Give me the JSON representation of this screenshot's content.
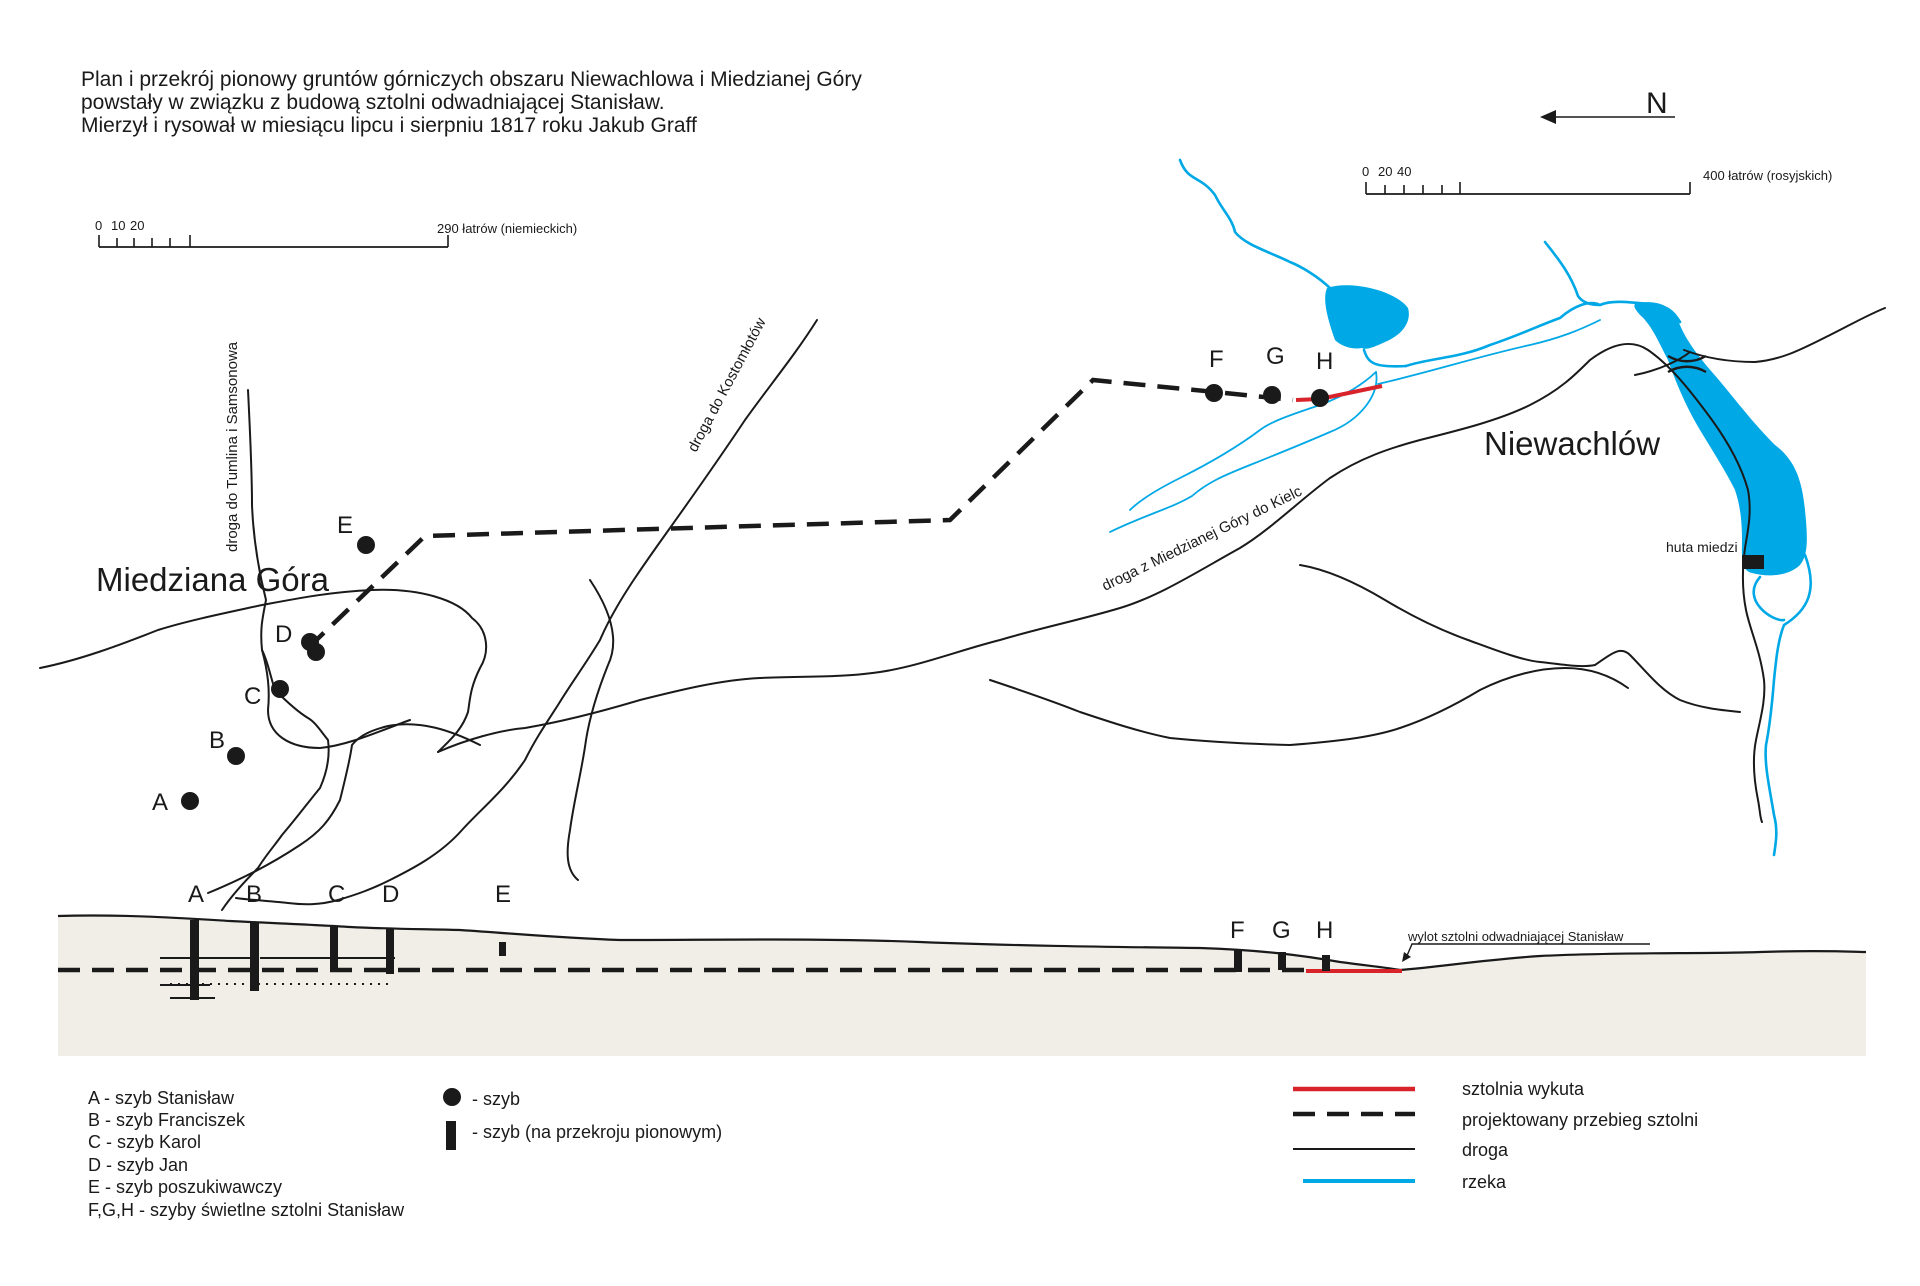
{
  "title": {
    "line1": "Plan i przekrój pionowy  gruntów górniczych obszaru Niewachlowa i Miedzianej Góry",
    "line2": "powstały w związku z budową sztolni odwadniającej Stanisław.",
    "line3": "Mierzył i rysował w miesiącu lipcu i sierpniu 1817 roku Jakub Graff"
  },
  "north_label": "N",
  "scale_german": {
    "zero": "0",
    "ten": "10",
    "twenty": "20",
    "end_label": "290 łatrów (niemieckich)"
  },
  "scale_russian": {
    "zero": "0",
    "twenty": "20",
    "forty": "40",
    "end_label": "400 łatrów (rosyjskich)"
  },
  "places": {
    "miedziana_gora": "Miedziana Góra",
    "niewachlow": "Niewachlów",
    "huta_miedzi": "huta miedzi"
  },
  "roads": {
    "tumlin": "droga do Tumlina i Samsonowa",
    "kostomlotow": "droga do Kostomłotów",
    "kielce": "droga z Miedzianej Góry do Kielc"
  },
  "plan_shafts": [
    "A",
    "B",
    "C",
    "D",
    "E",
    "F",
    "G",
    "H"
  ],
  "section": {
    "shaft_labels": [
      "A",
      "B",
      "C",
      "D",
      "E",
      "F",
      "G",
      "H"
    ],
    "outlet_label": "wylot sztolni odwadniającej Stanisław"
  },
  "legend_shafts": [
    "A - szyb Stanisław",
    "B - szyb Franciszek",
    "C - szyb Karol",
    "D - szyb Jan",
    "E - szyb poszukiwawczy",
    "F,G,H - szyby świetlne sztolni Stanisław"
  ],
  "legend_symbols": {
    "shaft": "- szyb",
    "shaft_section": "- szyb (na przekroju pionowym)"
  },
  "legend_lines": {
    "built": "sztolnia wykuta",
    "planned": "projektowany przebieg sztolni",
    "road": "droga",
    "river": "rzeka"
  },
  "colors": {
    "river": "#00a8e6",
    "built_adit": "#d8232a",
    "ground": "#f1eee8",
    "ink": "#1a1a1a"
  }
}
